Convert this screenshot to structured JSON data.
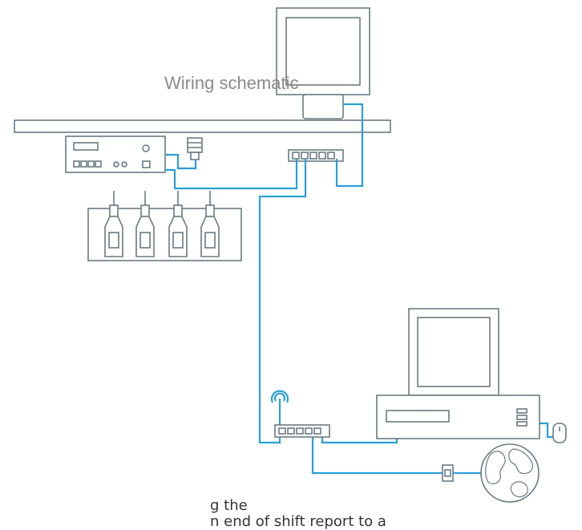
{
  "diagram": {
    "title": "Wiring schematic",
    "caption_fragments": [
      "g the",
      "n end of shift report to a"
    ]
  },
  "colors": {
    "outline": "#6b7a82",
    "cable": "#2a9fd8",
    "fill": "#ffffff"
  },
  "icons": [
    "monitor-icon",
    "shelf-icon",
    "instrument-icon",
    "adapter-icon",
    "switch-icon",
    "bottle-icon",
    "router-icon",
    "wifi-icon",
    "desktop-icon",
    "mouse-icon",
    "wall-jack-icon",
    "globe-icon"
  ]
}
